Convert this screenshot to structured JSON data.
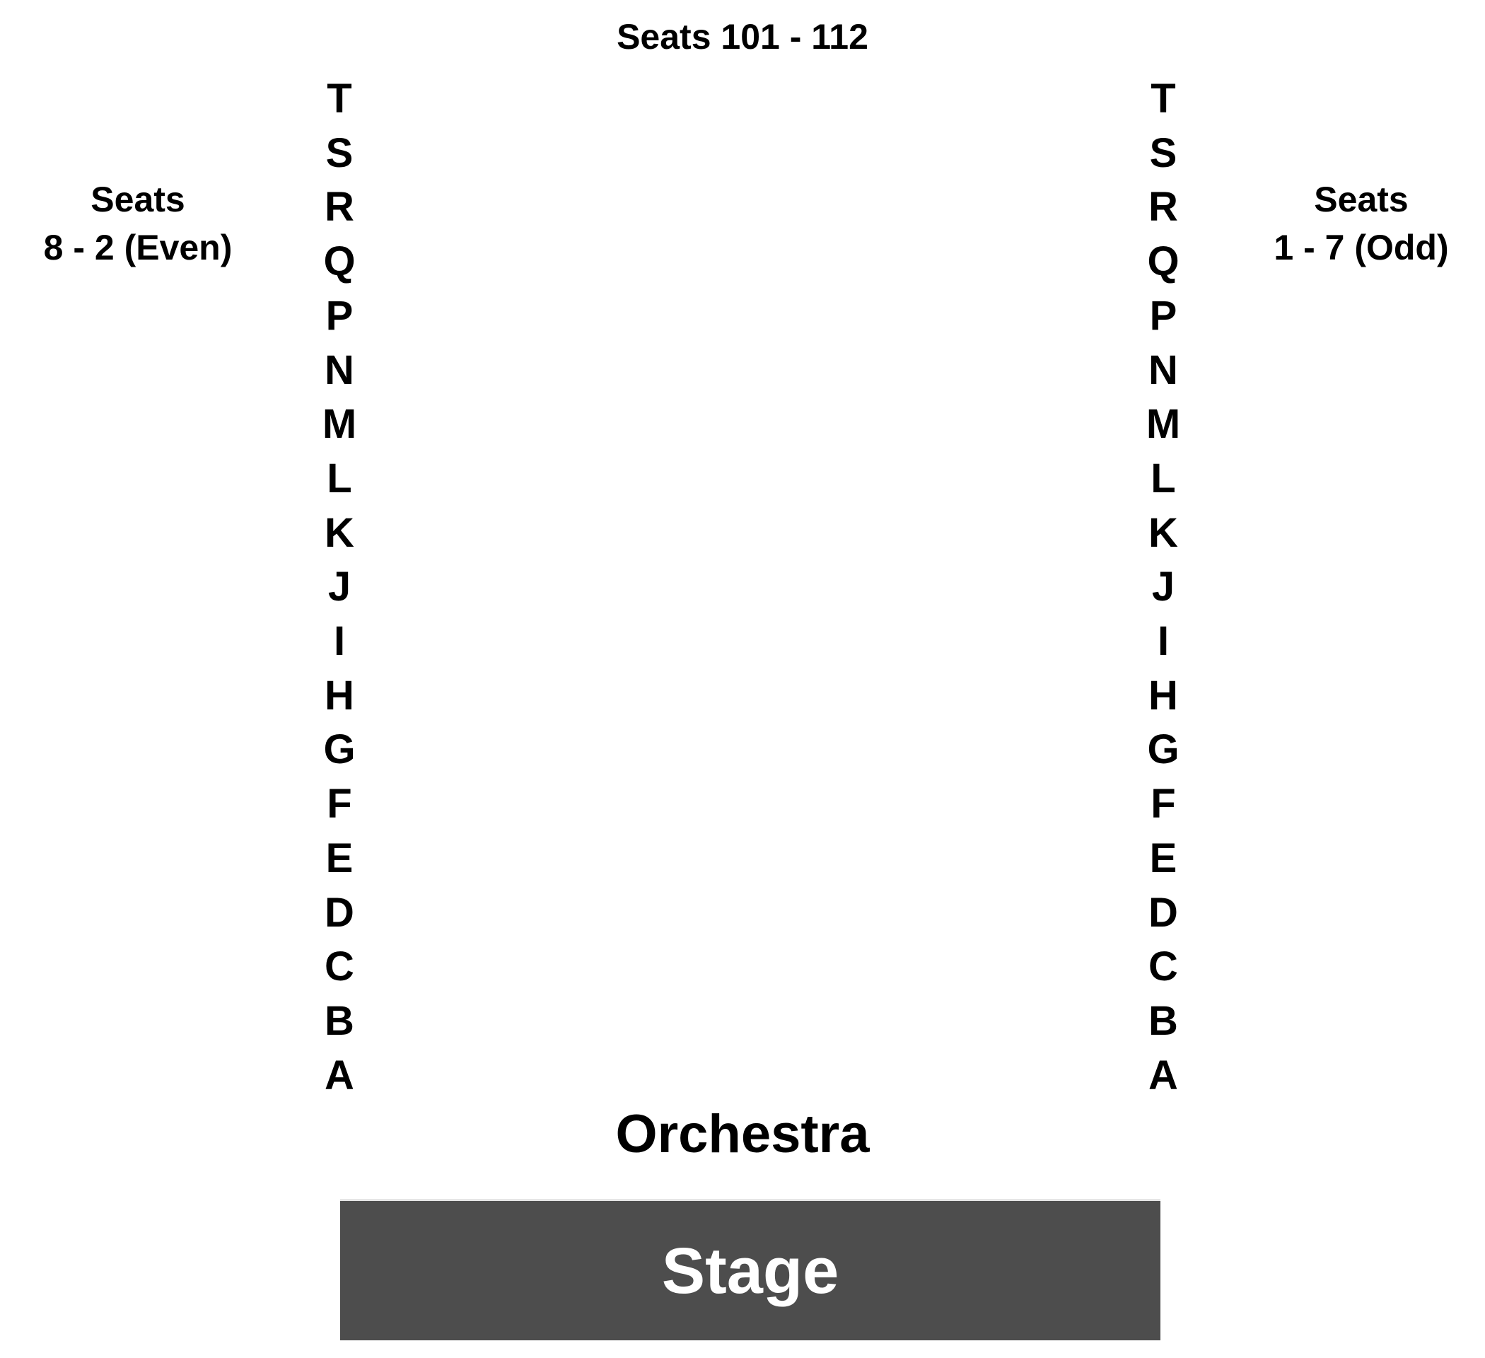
{
  "top_label": "Seats 101 - 112",
  "left_side": {
    "line1": "Seats",
    "line2": "8 - 2 (Even)"
  },
  "right_side": {
    "line1": "Seats",
    "line2": "1 - 7 (Odd)"
  },
  "rows": [
    "T",
    "S",
    "R",
    "Q",
    "P",
    "N",
    "M",
    "L",
    "K",
    "J",
    "I",
    "H",
    "G",
    "F",
    "E",
    "D",
    "C",
    "B",
    "A"
  ],
  "section_title": "Orchestra",
  "stage": {
    "label": "Stage",
    "fill_color": "#4d4d4d",
    "text_color": "#ffffff"
  }
}
